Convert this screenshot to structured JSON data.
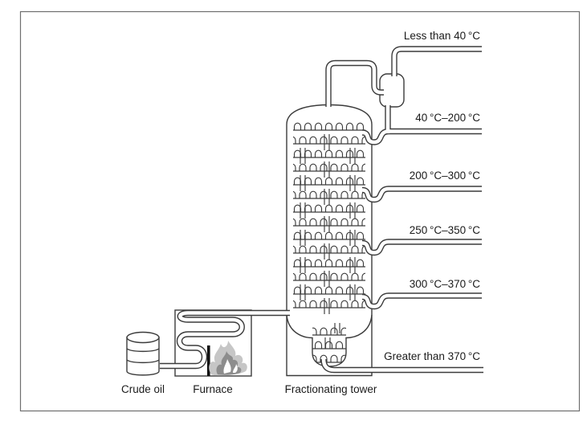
{
  "figure": {
    "description": "Fractional distillation of crude oil",
    "caption_labels": {
      "crude_oil": "Crude oil",
      "furnace": "Furnace",
      "fractionating_tower": "Fractionating tower"
    },
    "temperature_outputs": [
      {
        "name": "top-gases",
        "label": "Less than 40 °C"
      },
      {
        "name": "fraction-40-200",
        "label": "40 °C–200 °C"
      },
      {
        "name": "fraction-200-300",
        "label": "200 °C–300 °C"
      },
      {
        "name": "fraction-250-350",
        "label": "250 °C–350 °C"
      },
      {
        "name": "fraction-300-370",
        "label": "300 °C–370 °C"
      },
      {
        "name": "bottom-residue",
        "label": "Greater than 370 °C"
      }
    ],
    "icons": [
      "flame-icon"
    ],
    "colors": {
      "line": "#3b3b3b",
      "frame": "#6f6f6f",
      "flame_light": "#c6c6c6",
      "flame_dark": "#8d8d8d",
      "divider": "#111111",
      "text": "#1b1b1b"
    }
  }
}
